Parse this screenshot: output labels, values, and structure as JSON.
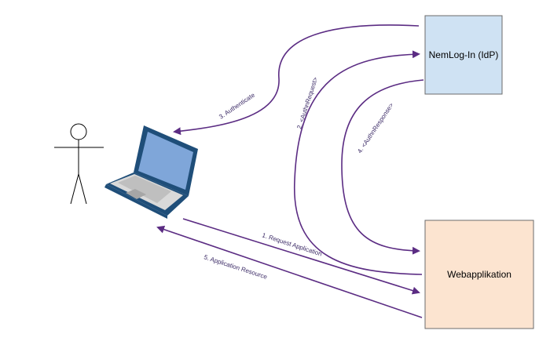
{
  "colors": {
    "arrow": "#5b2c83",
    "idp_fill": "#cfe2f3",
    "idp_stroke": "#6b6b6b",
    "webapp_fill": "#fce4d0",
    "webapp_stroke": "#6b6b6b",
    "laptop_body": "#1f4e79",
    "laptop_screen": "#7fa6d9",
    "laptop_keys": "#bfbfbf"
  },
  "nodes": {
    "idp": {
      "label": "NemLog-In (IdP)"
    },
    "webapp": {
      "label": "Webapplikation"
    },
    "user": {
      "icon": "stick-figure-icon"
    },
    "laptop": {
      "icon": "laptop-icon"
    }
  },
  "flows": [
    {
      "id": "1",
      "label": "1. Request Application"
    },
    {
      "id": "2",
      "label": "2. <AuthnRequest>"
    },
    {
      "id": "3",
      "label": "3. Authenticate"
    },
    {
      "id": "4",
      "label": "4. <AuthnResponse>"
    },
    {
      "id": "5",
      "label": "5. Application Resource"
    }
  ]
}
